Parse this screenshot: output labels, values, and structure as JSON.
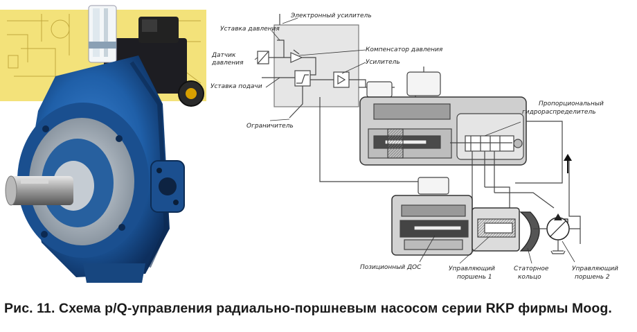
{
  "diagram": {
    "labels": {
      "electronic_amplifier": "Электронный усилитель",
      "pressure_setpoint": "Уставка давления",
      "pressure_sensor": "Датчик давления",
      "flow_setpoint": "Уставка подачи",
      "pressure_compensator": "Компенсатор давления",
      "amplifier": "Усилитель",
      "limiter": "Ограничитель",
      "proportional_valve": "Пропорциональный гидрораспределитель",
      "position_feedback": "Позиционный ДОС",
      "control_piston_1": "Управляющий поршень 1",
      "stator_ring": "Статорное кольцо",
      "control_piston_2": "Управляющий поршень 2"
    },
    "colors": {
      "pump_blue": "#1f5fa8",
      "background_yellow": "#f3e27a",
      "line": "#444444"
    }
  },
  "caption": "Рис. 11. Схема p/Q-управления радиально-поршневым насосом серии RKP фирмы Moog."
}
